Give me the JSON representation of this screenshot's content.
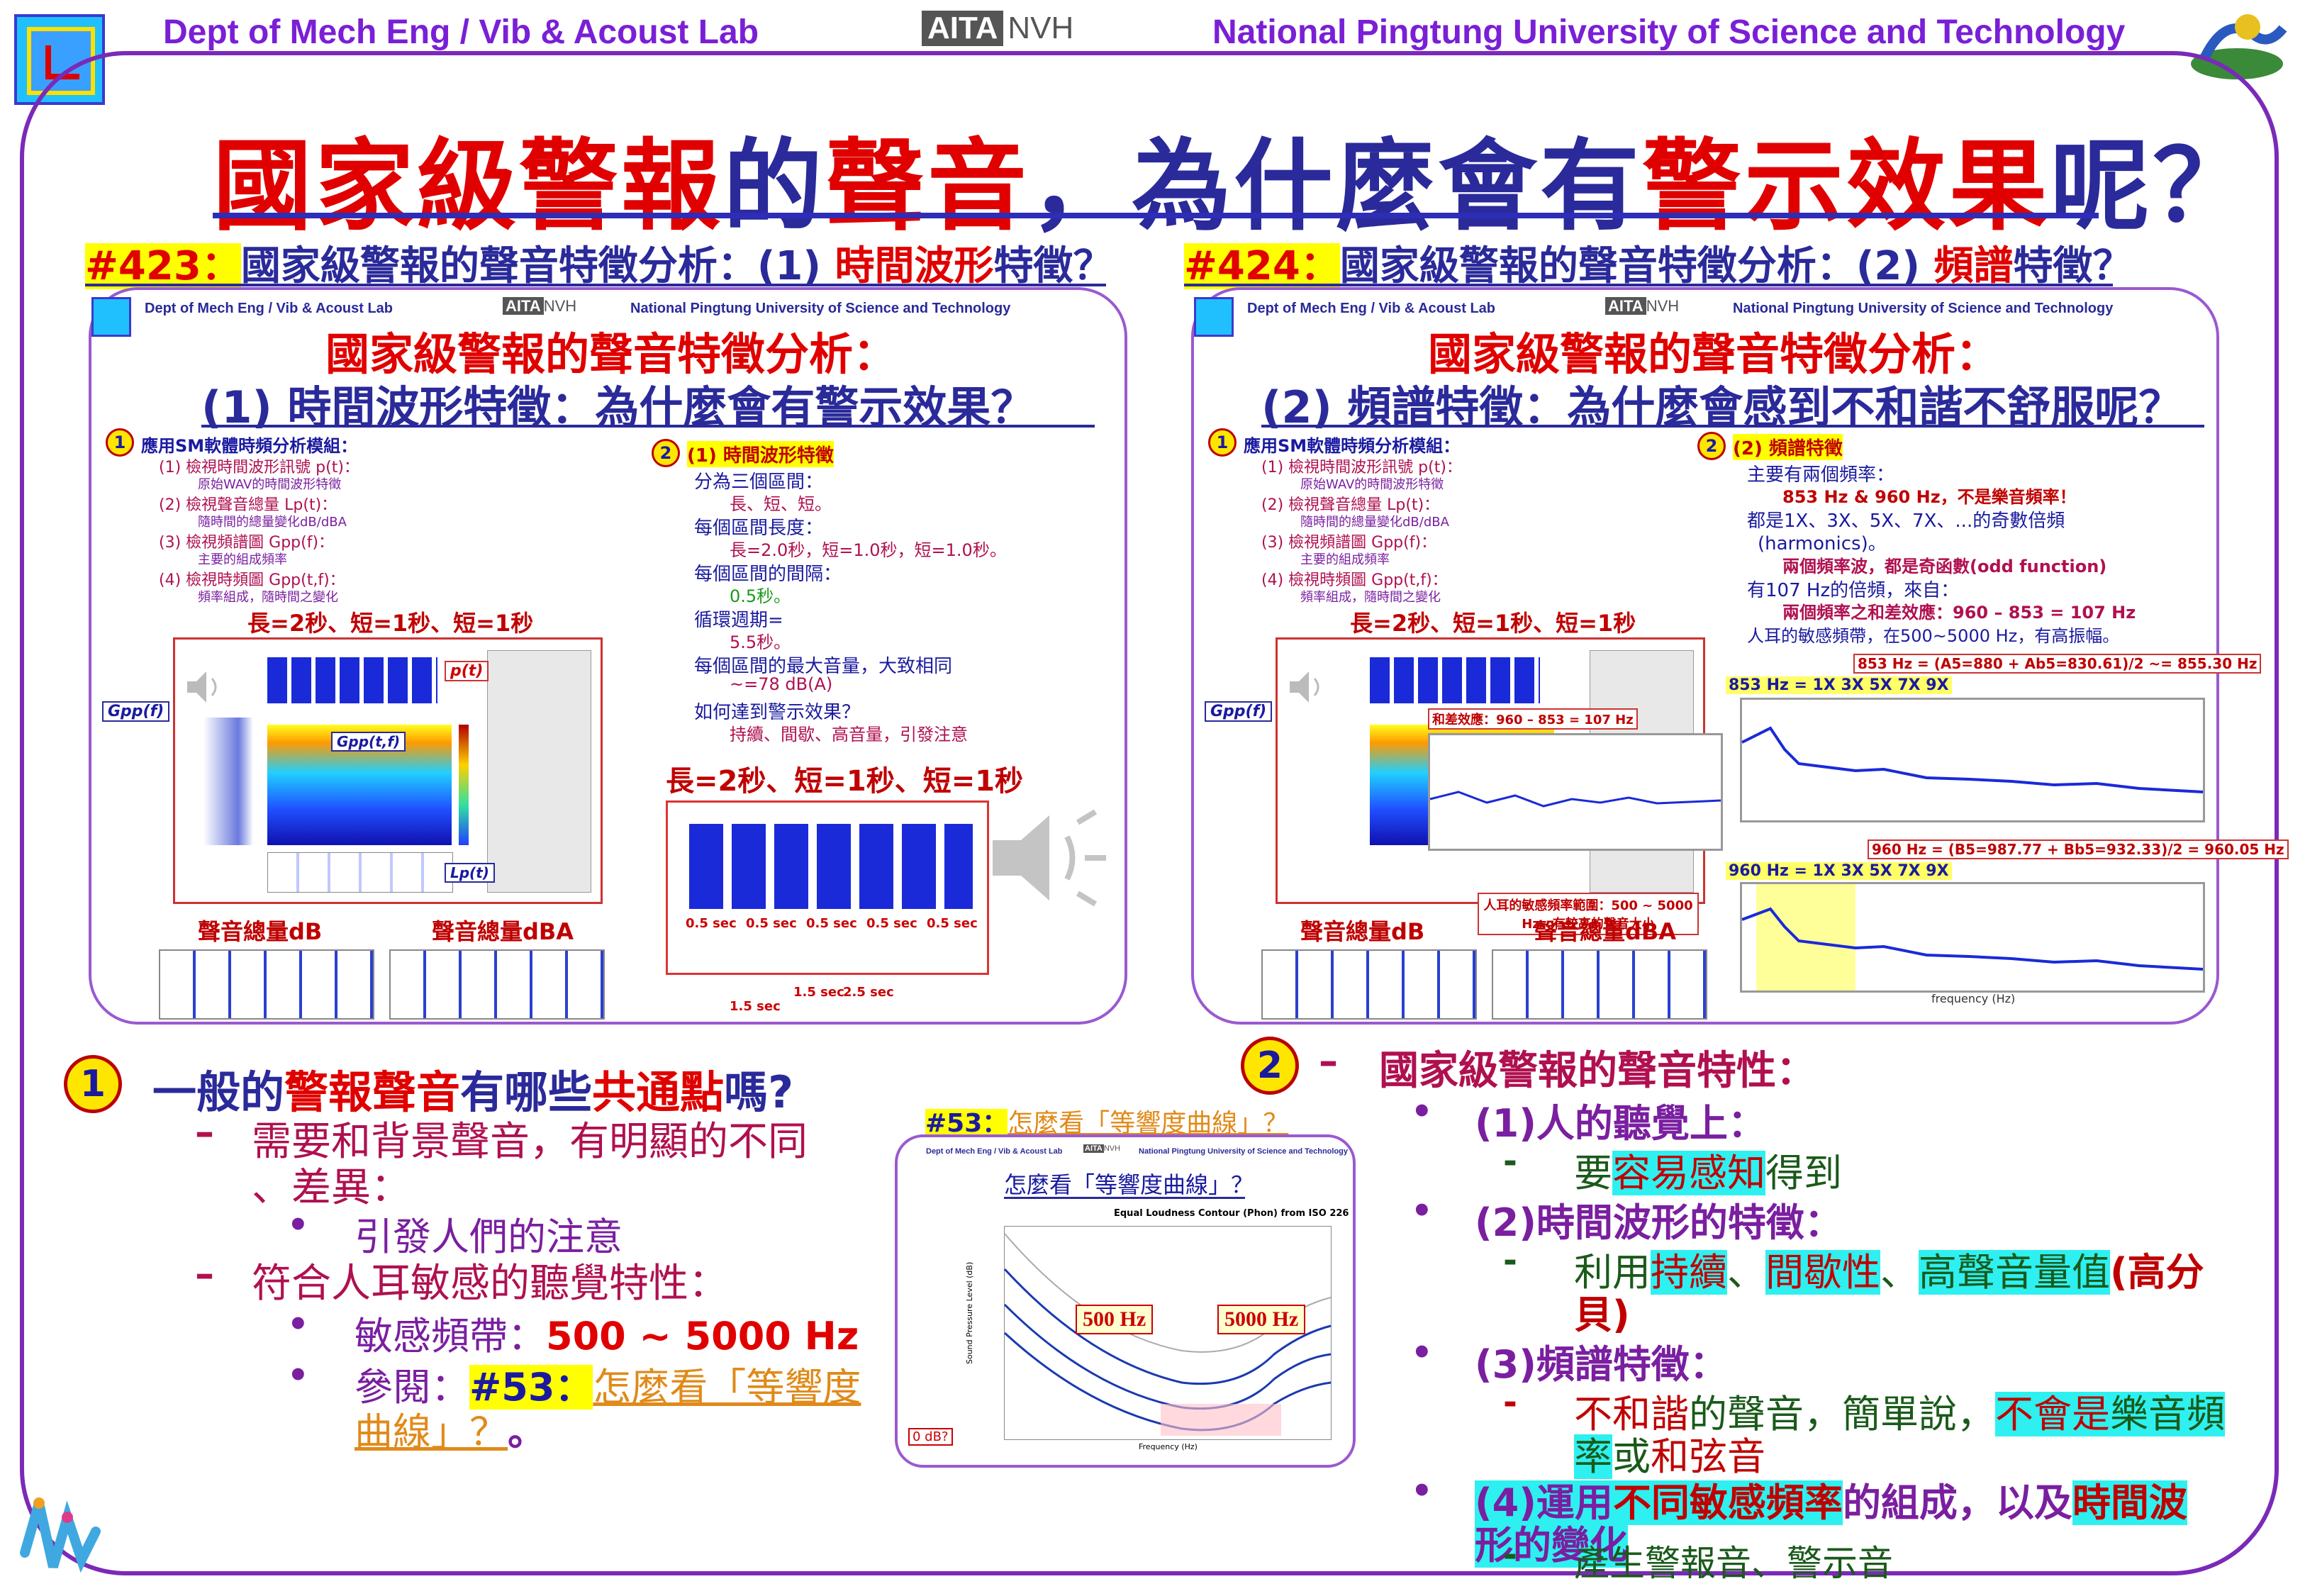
{
  "header": {
    "left": "Dept of Mech Eng / Vib & Acoust Lab",
    "center_a": "AITA",
    "center_b": "NVH",
    "right": "National Pingtung University of Science and Technology"
  },
  "title": {
    "p1": "國家級警報",
    "p2": "的",
    "p3": "聲音",
    "p4": "，為什麼會有",
    "p5": "警示效果",
    "p6": "呢？"
  },
  "section423": {
    "num": "#423：",
    "text": "國家級警報的聲音特徵分析：(1) ",
    "hl": "時間波形",
    "tail": "特徵？"
  },
  "section424": {
    "num": "#424：",
    "text": "國家級警報的聲音特徵分析：(2) ",
    "hl": "頻譜",
    "tail": "特徵？"
  },
  "thumb_left": {
    "header_left": "Dept of Mech Eng / Vib & Acoust Lab",
    "header_mid_a": "AITA",
    "header_mid_b": "NVH",
    "header_right": "National Pingtung University of Science and Technology",
    "title1": "國家級警報的聲音特徵分析：",
    "title2": "(1) 時間波形特徵：為什麼會有警示效果？",
    "b1_title": "應用SM軟體時頻分析模組：",
    "b1_items": [
      "(1) 檢視時間波形訊號 p(t)：",
      "原始WAV的時間波形特徵",
      "(2) 檢視聲音總量 Lp(t)：",
      "隨時間的總量變化dB/dBA",
      "(3) 檢視頻譜圖 Gpp(f)：",
      "主要的組成頻率",
      "(4) 檢視時頻圖 Gpp(t,f)：",
      "頻率組成，隨時間之變化"
    ],
    "pattern_label": "長=2秒、短=1秒、短=1秒",
    "b2_title": "(1) 時間波形特徵",
    "b2_items": [
      "分為三個區間：",
      "長、短、短。",
      "每個區間長度：",
      "長=2.0秒，短=1.0秒，短=1.0秒。",
      "每個區間的間隔：",
      "0.5秒。",
      "循環週期=",
      "5.5秒。",
      "每個區間的最大音量，大致相同",
      "~=78 dB(A)",
      "如何達到警示效果？",
      "持續、間歇、高音量，引發注意"
    ],
    "pattern_label2": "長=2秒、短=1秒、短=1秒",
    "gap_labels": [
      "0.5 sec",
      "0.5 sec",
      "0.5 sec",
      "0.5 sec",
      "0.5 sec"
    ],
    "dur_labels": [
      "1.5 sec",
      "1.5 sec",
      "2.5 sec"
    ],
    "db_label": "聲音總量dB",
    "dba_label": "聲音總量dBA",
    "p_label": "p(t)",
    "g_label": "Gpp(f)",
    "gtf_label": "Gpp(t,f)",
    "lp_label": "Lp(t)"
  },
  "thumb_right": {
    "header_left": "Dept of Mech Eng / Vib & Acoust Lab",
    "header_mid_a": "AITA",
    "header_mid_b": "NVH",
    "header_right": "National Pingtung University of Science and Technology",
    "title1": "國家級警報的聲音特徵分析：",
    "title2": "(2) 頻譜特徵：為什麼會感到不和諧不舒服呢？",
    "b1_title": "應用SM軟體時頻分析模組：",
    "b1_items": [
      "(1) 檢視時間波形訊號 p(t)：",
      "原始WAV的時間波形特徵",
      "(2) 檢視聲音總量 Lp(t)：",
      "隨時間的總量變化dB/dBA",
      "(3) 檢視頻譜圖 Gpp(f)：",
      "主要的組成頻率",
      "(4) 檢視時頻圖 Gpp(t,f)：",
      "頻率組成，隨時間之變化"
    ],
    "pattern_label": "長=2秒、短=1秒、短=1秒",
    "b2_title": "(2) 頻譜特徵",
    "b2_items": [
      "主要有兩個頻率：",
      "853 Hz & 960 Hz，不是樂音頻率！",
      "都是1X、3X、5X、7X、...的奇數倍頻",
      "(harmonics)。",
      "兩個頻率波，都是奇函數(odd function)",
      "有107 Hz的倍頻，來自：",
      "兩個頻率之和差效應：960 – 853 = 107 Hz",
      "人耳的敏感頻帶，在500~5000 Hz，有高振幅。"
    ],
    "f853_label": "853 Hz = (A5=880 + Ab5=830.61)/2 ~= 855.30 Hz",
    "harm853": "853 Hz = 1X   3X   5X   7X   9X",
    "diff_label": "和差效應：960 – 853 = 107 Hz",
    "f960_label": "960 Hz = (B5=987.77 + Bb5=932.33)/2 = 960.05 Hz",
    "harm960": "960 Hz = 1X   3X   5X   7X   9X",
    "sens_label": "人耳的敏感頻率範圍：500 ~ 5000 Hz，有較高的聲音大小",
    "db_label": "聲音總量dB",
    "dba_label": "聲音總量dBA",
    "freq_axis": "frequency (Hz)",
    "g_label": "Gpp(f)"
  },
  "panel1": {
    "badge": "1",
    "q_a": "一般的",
    "q_b": "警報聲音",
    "q_c": "有哪些",
    "q_d": "共通點",
    "q_e": "嗎?",
    "l1": "需要和背景聲音，有明顯的不同",
    "l1b": "、差異：",
    "l1_sub": "引發人們的注意",
    "l2": "符合人耳敏感的聽覺特性：",
    "l2_sub1_a": "敏感頻帶：",
    "l2_sub1_b": "500 ~ 5000 Hz",
    "l2_sub2_a": "參閱：",
    "l2_sub2_b": "#53：",
    "l2_sub2_c": "怎麼看「等響度",
    "l2_sub2_d": "曲線」？",
    "l2_sub2_e": "。"
  },
  "ref53": {
    "num": "#53：",
    "text": "怎麼看「等響度曲線」？",
    "thumb_title": "怎麼看「等響度曲線」？",
    "chart_title": "Equal Loudness Contour (Phon) from ISO 226",
    "lab500": "500 Hz",
    "lab5000": "5000 Hz",
    "zero_db": "0 dB?",
    "yaxis": "Sound Pressure Level (dB)",
    "xaxis": "Frequency (Hz)",
    "header_left": "Dept of Mech Eng / Vib & Acoust Lab",
    "header_mid_a": "AITA",
    "header_mid_b": "NVH",
    "header_right": "National Pingtung University of Science and Technology"
  },
  "panel2": {
    "badge": "2",
    "dash": "–",
    "head": "國家級警報的聲音特性：",
    "i1": "(1)人的聽覺上：",
    "i1_sub_a": "要",
    "i1_sub_b": "容易感知",
    "i1_sub_c": "得到",
    "i2": "(2)時間波形的特徵：",
    "i2_sub_a": "利用",
    "i2_sub_b": "持續",
    "i2_sub_c": "、",
    "i2_sub_d": "間歇性",
    "i2_sub_e": "、",
    "i2_sub_f": "高聲音量值",
    "i2_sub_g": "(高分",
    "i2_sub_h": "貝)",
    "i3": "(3)頻譜特徵：",
    "i3_sub_a": "不和諧",
    "i3_sub_b": "的聲音，簡單說，",
    "i3_sub_c": "不會是",
    "i3_sub_d": "樂音頻",
    "i3_sub_e": "率",
    "i3_sub_f": "或",
    "i3_sub_g": "和弦音",
    "i4_a": "(4)運用",
    "i4_b": "不同敏感頻率",
    "i4_c": "的組成，以及",
    "i4_d": "時間波",
    "i4_e": "形的變化",
    "i4_sub": "產生警報音、警示音"
  },
  "colors": {
    "accent_purple": "#7a1fd6",
    "title_red": "#e00000",
    "title_blue": "#2a2a9a",
    "highlight_yellow": "#ffff00",
    "highlight_cyan": "#2ef0f0"
  }
}
